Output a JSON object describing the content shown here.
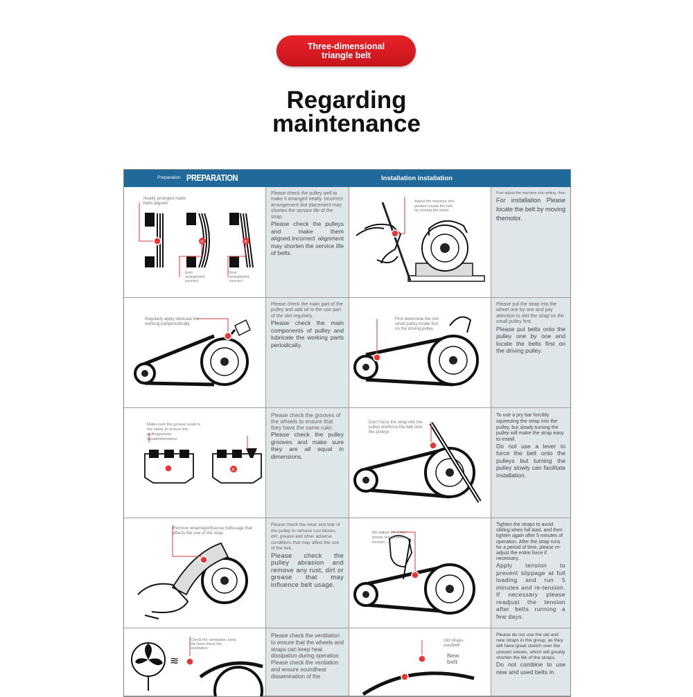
{
  "badge": {
    "line1": "Three-dimensional",
    "line2": "triangle belt"
  },
  "title": {
    "line1": "Regarding",
    "line2": "maintenance"
  },
  "header": {
    "prep_small": "Preparation",
    "prep_big": "PREPARATION",
    "installation": "Installation installation"
  },
  "rows": [
    {
      "left_caption": "Neatly arranged make belts aligned",
      "left_caption2": "Error arrangement incorrect",
      "left_caption3": "Error arrangement incorrect",
      "left_small": "Please check the pulley well to make it arranged neatly. Incorrect arrangement slot placement may shorten the service life of the strap.",
      "left_big": "Please check the pulleys and make them aligned.Incorrect alignment may shorten the service life of belts.",
      "right_caption": "Adjust the machine slot position locate the belt by moving the motor",
      "right_small": "First adjust the machine slot setting, then",
      "right_big": "For installation Please locate the belt by moving themotor."
    },
    {
      "left_caption": "Regularly apply lubricate the working partperiodically",
      "left_small": "Please check the main part of the pulley and add oil to the use part of the slot regularly.",
      "left_big": "Please check the main components of pulley and lubricate the working parts periodically.",
      "right_caption": "First determine the slot small pulley locate first on the driving pulley",
      "right_small": "Please put the strap into the wheel one by one and pay attention to slot the strap on the small pulley first.",
      "right_big": "Please put belts onto the pulley one by one and locate the belts first on the driving pulley."
    },
    {
      "left_caption": "Make sure the groove scale is the same to ensure the pulleygrooves equaldimensions",
      "left_small": "Please check the grooves of the wheels to ensure that they have the same ruler.",
      "left_big": "Please check the pulley grooves and make sure they are all equal in dimensions.",
      "right_caption": "Don't force the strap into the pulley donforce the belt onto the pulleys",
      "right_small": "To use a pry bar forcibly squeezing the strap into the pulley, but slowly turning the pulley will make the strap easy to install.",
      "right_big": "Do not use a lever to force the belt onto the pulleys but turning the pulley slowly can facilitate installation."
    },
    {
      "left_caption": "Remove whatmayinfluence beltusage that affects the use of the strap",
      "left_small": "Please check the wear and tear of the pulley to remove rust blocks, dirt, grease and other adverse conditions that may affect the use of the belt.",
      "left_big": "Please check the pulley abrasion and remove any rust, dirt or grease that may influence belt usage.",
      "right_caption": "Re-adjust the entire power readjustthe tension",
      "right_small": "Tighten the straps to avoid sliding when full load, and then tighten again after 5 minutes of operation. After the strap runs for a period of time, please re-adjust the entire force if necessary.",
      "right_big": "Apply tension to prevent slippage at full loading and run 5 minutes and re-tension. If necessary please readjust the tension after belts running a few days."
    },
    {
      "left_caption": "Check the ventilation, keep the heat check the ventilation",
      "left_small": "Please check the ventilation to ensure that the wheels and straps can keep heat dissipation during operation Please check the ventiation and ensure soundheat dissemination of the",
      "left_big": "",
      "right_caption": "Old straps usedbelt",
      "right_caption2": "New belt",
      "right_small": "Please do not use the old and new straps in the group, as they will have great stretch over the uneven streets, which will greatly shorten the life of the straps.",
      "right_big": "Do not combine to use new and used belts in"
    }
  ]
}
